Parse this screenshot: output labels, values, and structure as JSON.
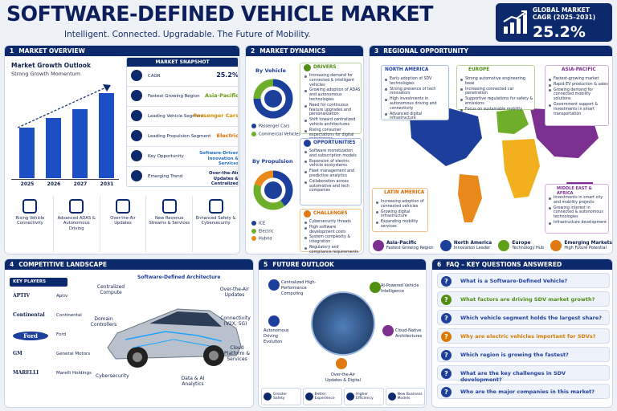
{
  "header": {
    "title": "SOFTWARE-DEFINED VEHICLE MARKET",
    "subtitle": "Intelligent. Connected. Upgradable. The Future of Mobility.",
    "cagr_label_1": "GLOBAL MARKET",
    "cagr_label_2": "CAGR (2025–2031)",
    "cagr_value": "25.2%"
  },
  "overview": {
    "num": "1",
    "title": "MARKET OVERVIEW",
    "growth_title": "Market Growth Outlook",
    "growth_sub": "Strong Growth Momentum",
    "chart_data": {
      "type": "bar",
      "categories": [
        "2025",
        "2026",
        "2027",
        "2031"
      ],
      "values": [
        0.55,
        0.65,
        0.75,
        0.92
      ],
      "ylim": [
        0,
        1
      ]
    },
    "snapshot_title": "MARKET SNAPSHOT",
    "snapshot": [
      {
        "label": "CAGR",
        "value": "25.2%",
        "color": "#0c1f5c"
      },
      {
        "label": "Fastest Growing Region",
        "value": "Asia-Pacific",
        "color": "#6a9a0f"
      },
      {
        "label": "Leading Vehicle Segment",
        "value": "Passenger Cars",
        "color": "#d88b00"
      },
      {
        "label": "Leading Propulsion Segment",
        "value": "Electric",
        "color": "#e06a00"
      },
      {
        "label": "Key Opportunity",
        "value": "Software-Driven Innovation & Services",
        "color": "#1f6fc4"
      },
      {
        "label": "Emerging Trend",
        "value": "Over-the-Air Updates & Centralized Architectures",
        "color": "#0c1f5c"
      }
    ],
    "features": [
      "Rising Vehicle Connectivity",
      "Advanced ADAS & Autonomous Driving",
      "Over-the-Air Updates",
      "New Revenue Streams & Services",
      "Enhanced Safety & Cybersecurity"
    ]
  },
  "dynamics": {
    "num": "2",
    "title": "MARKET DYNAMICS",
    "by_vehicle": "By Vehicle",
    "by_propulsion": "By Propulsion",
    "vehicle_legend": [
      "Passenger Cars",
      "Commercial Vehicles"
    ],
    "propulsion_legend": [
      "ICE",
      "Electric",
      "Hybrid"
    ],
    "vehicle_share": {
      "Passenger Cars": 0.75,
      "Commercial Vehicles": 0.25
    },
    "propulsion_share": {
      "ICE": 0.4,
      "Electric": 0.4,
      "Hybrid": 0.2
    },
    "drivers_title": "DRIVERS",
    "drivers": [
      "Increasing demand for connected & intelligent vehicles",
      "Growing adoption of ADAS and autonomous technologies",
      "Need for continuous feature upgrades and personalization",
      "Shift toward centralized vehicle architectures",
      "Rising consumer expectations for digital experiences"
    ],
    "opps_title": "OPPORTUNITIES",
    "opps": [
      "Software monetization and subscription models",
      "Expansion of electric vehicle ecosystems",
      "Fleet management and predictive analytics",
      "Collaboration across automotive and tech companies"
    ],
    "challenges_title": "CHALLENGES",
    "challenges": [
      "Cybersecurity threats",
      "High software development costs",
      "System complexity & integration",
      "Regulatory and compliance requirements"
    ]
  },
  "regional": {
    "num": "3",
    "title": "REGIONAL OPPORTUNITY",
    "na_title": "NORTH AMERICA",
    "na": [
      "Early adoption of SDV technologies",
      "Strong presence of tech innovators",
      "High investments in autonomous driving and connectivity",
      "Advanced digital infrastructure"
    ],
    "eu_title": "EUROPE",
    "eu": [
      "Strong automotive engineering base",
      "Increasing connected car penetration",
      "Supportive regulations for safety & emissions",
      "Focus on sustainable mobility"
    ],
    "ap_title": "ASIA-PACIFIC",
    "ap": [
      "Fastest-growing market",
      "Rapid EV production & sales",
      "Growing demand for connected mobility solutions",
      "Government support & investments in smart transportation"
    ],
    "la_title": "LATIN AMERICA",
    "la": [
      "Increasing adoption of connected vehicles",
      "Growing digital infrastructure",
      "Expanding mobility services"
    ],
    "me_title": "MIDDLE EAST & AFRICA",
    "me": [
      "Investments in smart city and mobility projects",
      "Growing interest in connected & autonomous technologies",
      "Infrastructure development"
    ],
    "legend": [
      {
        "name": "Asia-Pacific",
        "sub": "Fastest Growing Region",
        "color": "#7b2f8f"
      },
      {
        "name": "North America",
        "sub": "Innovation Leader",
        "color": "#1d3f9c"
      },
      {
        "name": "Europe",
        "sub": "Technology Hub",
        "color": "#5f9f1a"
      },
      {
        "name": "Emerging Markets",
        "sub": "High Future Potential",
        "color": "#e07a10"
      }
    ]
  },
  "competitive": {
    "num": "4",
    "title": "COMPETITIVE LANDSCAPE",
    "players_title": "KEY PLAYERS",
    "players": [
      "Aptiv",
      "Continental",
      "Ford",
      "General Motors",
      "Marelli Holdings"
    ],
    "logos": [
      "APTIV",
      "Continental",
      "Ford",
      "GM",
      "MARELLI"
    ],
    "arch_title": "Software-Defined Architecture",
    "callouts": [
      "Centralized Compute",
      "Domain Controllers",
      "Cybersecurity",
      "Over-the-Air Updates",
      "Connectivity (V2X, 5G)",
      "Cloud Platform & Services",
      "Data & AI Analytics"
    ]
  },
  "future": {
    "num": "5",
    "title": "FUTURE OUTLOOK",
    "items": [
      "Centralized High-Performance Computing",
      "AI-Powered Vehicle Intelligence",
      "Autonomous Driving Evolution",
      "Cloud-Native Architectures",
      "Over-the-Air Updates & Digital"
    ],
    "bottom": [
      "Greater Safety",
      "Better Experience",
      "Higher Efficiency",
      "New Business Models"
    ]
  },
  "faq": {
    "num": "6",
    "title": "FAQ – KEY QUESTIONS ANSWERED",
    "items": [
      {
        "q": "What is a Software-Defined Vehicle?",
        "color": "#1d3f9c"
      },
      {
        "q": "What factors are driving SDV market growth?",
        "color": "#4f8f12"
      },
      {
        "q": "Which vehicle segment holds the largest share?",
        "color": "#1d3f9c"
      },
      {
        "q": "Why are electric vehicles important for SDVs?",
        "color": "#d87a00"
      },
      {
        "q": "Which region is growing the fastest?",
        "color": "#1d3f9c"
      },
      {
        "q": "What are the key challenges in SDV development?",
        "color": "#1d3f9c"
      },
      {
        "q": "Who are the major companies in this market?",
        "color": "#1d3f9c"
      }
    ]
  }
}
